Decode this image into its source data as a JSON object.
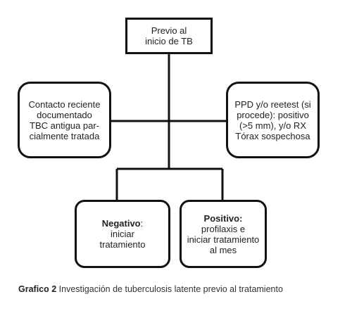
{
  "diagram": {
    "top_box": {
      "line1": "Previo al",
      "line2": "inicio de TB"
    },
    "left_box": {
      "line1": "Contacto reciente",
      "line2": "documentado",
      "line3": "TBC antigua par-",
      "line4": "cialmente tratada"
    },
    "right_box": {
      "line1": "PPD y/o reetest (si",
      "line2": "procede): positivo",
      "line3": "(>5 mm), y/o RX",
      "line4": "Tórax sospechosa"
    },
    "negative_box": {
      "title": "Negativo",
      "title_suffix": ":",
      "line1": "iniciar",
      "line2": "tratamiento"
    },
    "positive_box": {
      "title": "Positivo:",
      "line1": "profilaxis e",
      "line2": "iniciar tratamiento",
      "line3": "al mes"
    }
  },
  "caption": {
    "label": "Grafico 2",
    "text": "Investigación de tuberculosis latente previo al tratamiento"
  }
}
